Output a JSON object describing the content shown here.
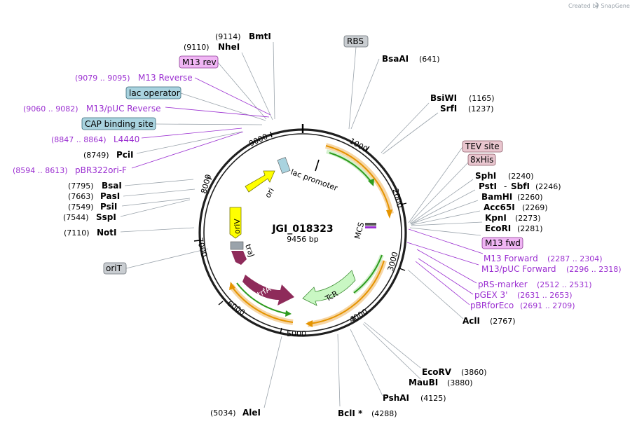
{
  "credit": "Created by SnapGene",
  "map": {
    "name": "JGI_018323",
    "length_label": "9456 bp",
    "ticks": [
      "1000",
      "2000",
      "3000",
      "4000",
      "5000",
      "6000",
      "7000",
      "8000",
      "9000"
    ],
    "inner_labels": {
      "lac_promoter": "lac promoter",
      "mcs": "MCS"
    }
  },
  "features": {
    "ori": "ori",
    "oriV": "oriV",
    "traJ": "traJ",
    "trfA": "trfA",
    "TcR": "TcR"
  },
  "enzymes_left": [
    {
      "name": "BmtI",
      "pos": "(9114)"
    },
    {
      "name": "NheI",
      "pos": "(9110)"
    },
    {
      "name": "PciI",
      "pos": "(8749)"
    },
    {
      "name": "BsaI",
      "pos": "(7795)"
    },
    {
      "name": "PasI",
      "pos": "(7663)"
    },
    {
      "name": "PsiI",
      "pos": "(7549)"
    },
    {
      "name": "SspI",
      "pos": "(7544)"
    },
    {
      "name": "NotI",
      "pos": "(7110)"
    },
    {
      "name": "AleI",
      "pos": "(5034)"
    }
  ],
  "enzymes_right": [
    {
      "name": "BsaAI",
      "pos": "(641)"
    },
    {
      "name": "BsiWI",
      "pos": "(1165)"
    },
    {
      "name": "SrfI",
      "pos": "(1237)"
    },
    {
      "name": "SphI",
      "pos": "(2240)"
    },
    {
      "name": "PstI",
      "name2": "SbfI",
      "pos": "(2246)"
    },
    {
      "name": "BamHI",
      "pos": "(2260)"
    },
    {
      "name": "Acc65I",
      "pos": "(2269)"
    },
    {
      "name": "KpnI",
      "pos": "(2273)"
    },
    {
      "name": "EcoRI",
      "pos": "(2281)"
    },
    {
      "name": "AclI",
      "pos": "(2767)"
    },
    {
      "name": "EcoRV",
      "pos": "(3860)"
    },
    {
      "name": "MauBI",
      "pos": "(3880)"
    },
    {
      "name": "PshAI",
      "pos": "(4125)"
    },
    {
      "name": "BclI *",
      "pos": "(4288)"
    }
  ],
  "primers_left": [
    {
      "name": "M13 Reverse",
      "pos": "(9079 .. 9095)"
    },
    {
      "name": "M13/pUC Reverse",
      "pos": "(9060 .. 9082)"
    },
    {
      "name": "L4440",
      "pos": "(8847 .. 8864)"
    },
    {
      "name": "pBR322ori-F",
      "pos": "(8594 .. 8613)"
    }
  ],
  "primers_right": [
    {
      "name": "M13 Forward",
      "pos": "(2287 .. 2304)"
    },
    {
      "name": "M13/pUC Forward",
      "pos": "(2296 .. 2318)"
    },
    {
      "name": "pRS-marker",
      "pos": "(2512 .. 2531)"
    },
    {
      "name": "pGEX 3'",
      "pos": "(2631 .. 2653)"
    },
    {
      "name": "pBRforEco",
      "pos": "(2691 .. 2709)"
    }
  ],
  "boxed": {
    "m13rev": "M13 rev",
    "lac_operator": "lac operator",
    "cap_site": "CAP binding site",
    "rbs": "RBS",
    "tev": "TEV site",
    "his": "8xHis",
    "m13fwd": "M13 fwd",
    "oriT": "oriT"
  },
  "colors": {
    "primer": "#9b2fd1",
    "box_blue": "#a9d3df",
    "box_pink": "#e9c6cf",
    "box_gray": "#c9cdd1",
    "box_purple": "#f0b6f4",
    "ori": "#ffff00",
    "traJ": "#8e2b5a",
    "tcr": "#c9f7c3",
    "orange": "#e59400",
    "green": "#2e9b1e"
  }
}
